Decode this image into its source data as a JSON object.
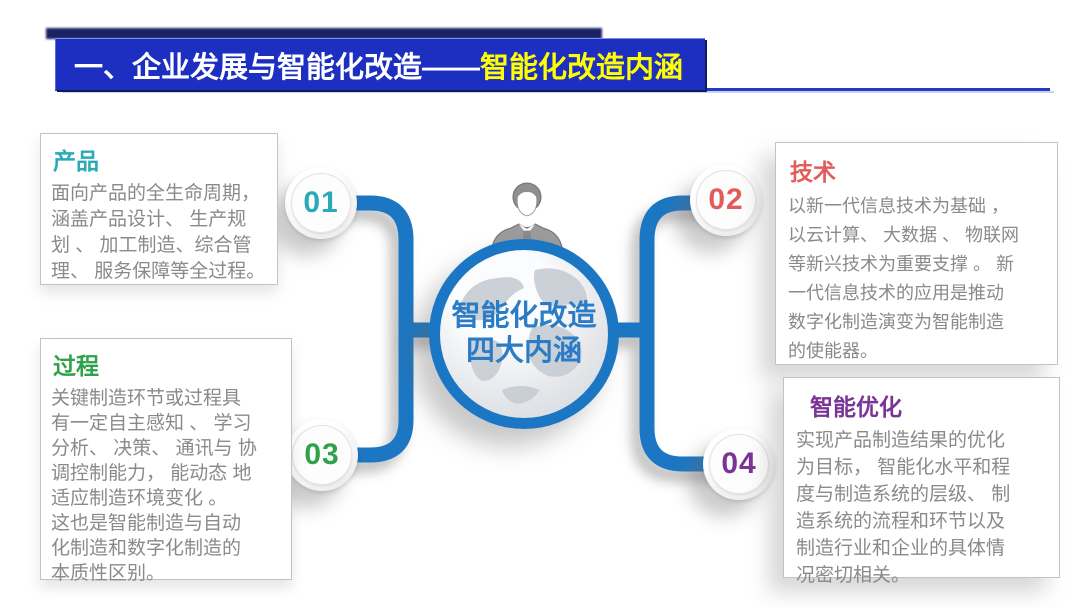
{
  "slide": {
    "header": {
      "title_main": "一、企业发展与智能化改造——",
      "title_highlight": "智能化改造内涵"
    },
    "center": {
      "title_line1": "智能化改造",
      "title_line2": "四大内涵"
    },
    "items": [
      {
        "number": "01",
        "title": "产品",
        "color": "#2aa9b8",
        "lines": [
          "面向产品的全生命周期，",
          "涵盖产品设计、 生产规",
          "划 、 加工制造、综合管",
          "理、 服务保障等全过程。"
        ]
      },
      {
        "number": "02",
        "title": "技术",
        "color": "#e25c5c",
        "lines": [
          "以新一代信息技术为基础 ，",
          "以云计算、 大数据 、 物联网",
          "等新兴技术为重要支撑 。 新",
          "一代信息技术的应用是推动",
          "数字化制造演变为智能制造",
          "的使能器。"
        ]
      },
      {
        "number": "03",
        "title": "过程",
        "color": "#2ea24a",
        "lines": [
          "关键制造环节或过程具",
          "有一定自主感知 、 学习",
          "分析、 决策、 通讯与 协",
          "调控制能力， 能动态 地",
          "适应制造环境变化 。",
          "这也是智能制造与自动",
          "化制造和数字化制造的",
          "本质性区别。"
        ]
      },
      {
        "number": "04",
        "title": "智能优化",
        "color": "#7a3496",
        "lines": [
          "实现产品制造结果的优化",
          "为目标， 智能化水平和程",
          "度与制造系统的层级、 制",
          "造系统的流程和环节以及",
          "制造行业和企业的具体情",
          "况密切相关。"
        ]
      }
    ],
    "colors": {
      "header_bar": "#1c2fc1",
      "header_highlight": "#ffff00",
      "connector_blue": "#1b77c4",
      "globe_text_blue": "#2a7cc7",
      "body_text_gray": "#8a8a8a"
    }
  }
}
